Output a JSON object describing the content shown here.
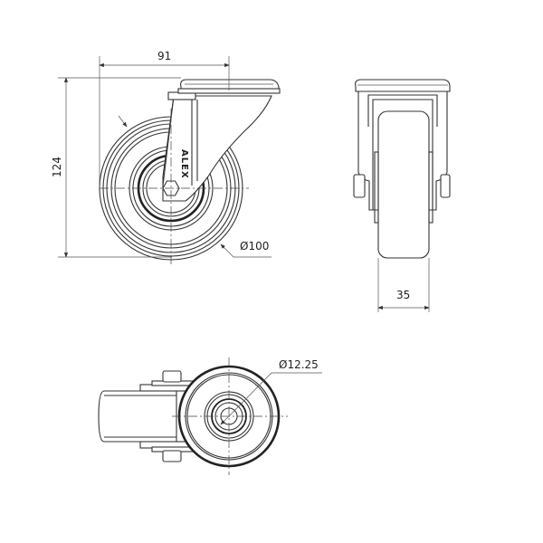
{
  "drawing": {
    "front_view": {
      "width_dim": "91",
      "height_dim": "124",
      "wheel_diameter": "Ø100",
      "logo": "ALEX"
    },
    "side_view": {
      "wheel_width_dim": "35"
    },
    "bottom_view": {
      "bore_diameter": "Ø12.25"
    }
  }
}
